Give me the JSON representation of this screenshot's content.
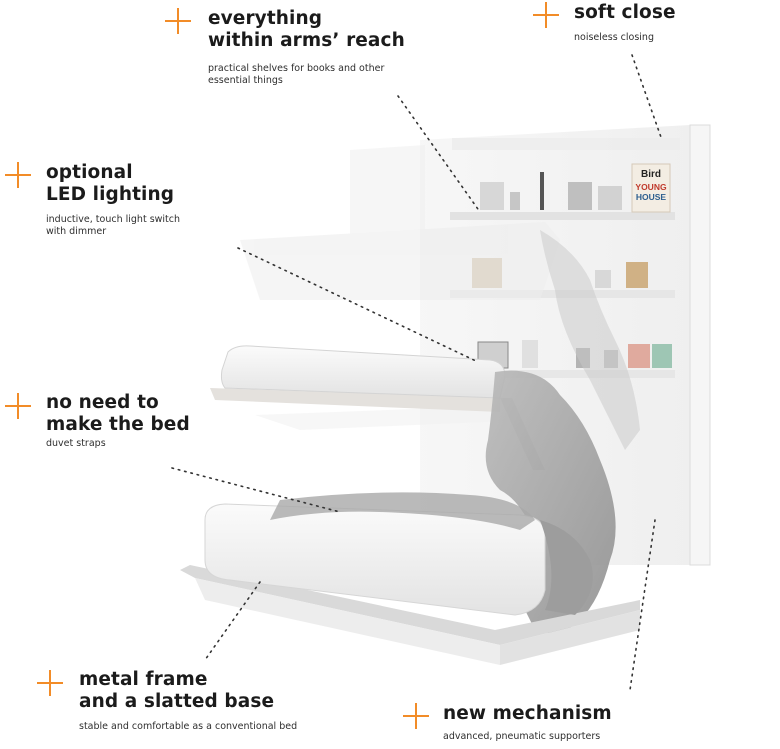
{
  "accent_color": "#f28c28",
  "features": {
    "reach": {
      "title_line1": "everything",
      "title_line2": "within arms’ reach",
      "desc_line1": "practical shelves for books and other",
      "desc_line2": "essential things"
    },
    "soft_close": {
      "title_line1": "soft close",
      "desc_line1": "noiseless closing"
    },
    "led": {
      "title_line1": "optional",
      "title_line2": "LED lighting",
      "desc_line1": "inductive, touch light switch",
      "desc_line2": "with dimmer"
    },
    "bed": {
      "title_line1": "no need to",
      "title_line2": "make the bed",
      "desc_line1": "duvet straps"
    },
    "frame": {
      "title_line1": "metal frame",
      "title_line2": "and a slatted base",
      "desc_line1": "stable and comfortable as a conventional bed"
    },
    "mechanism": {
      "title_line1": "new mechanism",
      "desc_line1": "advanced, pneumatic supporters"
    }
  },
  "shelf_books": {
    "book_title": "Bird",
    "book_subtitle_line1": "YOUNG",
    "book_subtitle_line2": "HOUSE"
  }
}
